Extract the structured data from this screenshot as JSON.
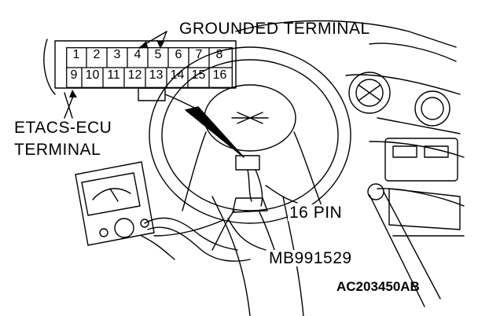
{
  "labels": {
    "grounded_terminal": "GROUNDED TERMINAL",
    "etacs_line1": "ETACS-ECU",
    "etacs_line2": "TERMINAL",
    "sixteen_pin": "16 PIN",
    "tool_number": "MB991529",
    "figure_id": "AC203450AB"
  },
  "connector": {
    "top_row": [
      "1",
      "2",
      "3",
      "4",
      "5",
      "6",
      "7",
      "8"
    ],
    "bottom_row": [
      "9",
      "10",
      "11",
      "12",
      "13",
      "14",
      "15",
      "16"
    ]
  },
  "colors": {
    "ink": "#000000",
    "paper": "#ffffff"
  }
}
